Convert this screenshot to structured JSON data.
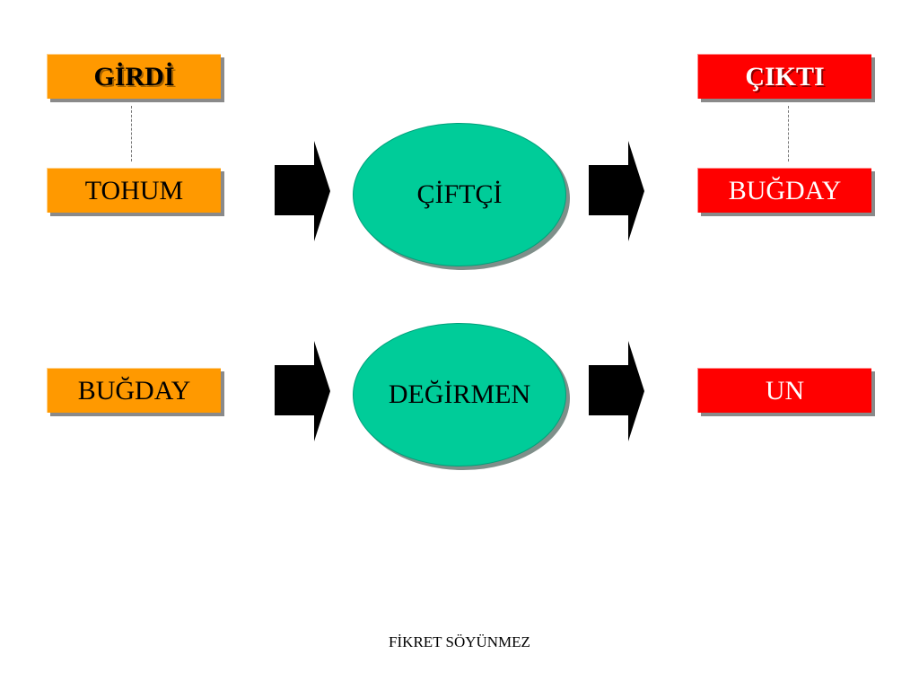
{
  "input_header": "GİRDİ",
  "output_header": "ÇIKTI",
  "rows": [
    {
      "input": "TOHUM",
      "process": "ÇİFTÇİ",
      "output": "BUĞDAY"
    },
    {
      "input": "BUĞDAY",
      "process": "DEĞİRMEN",
      "output": "UN"
    }
  ],
  "footer": "FİKRET SÖYÜNMEZ",
  "colors": {
    "input_box": "#ff9900",
    "output_box": "#ff0000",
    "process_ellipse": "#00cc99",
    "arrow": "#000000"
  }
}
